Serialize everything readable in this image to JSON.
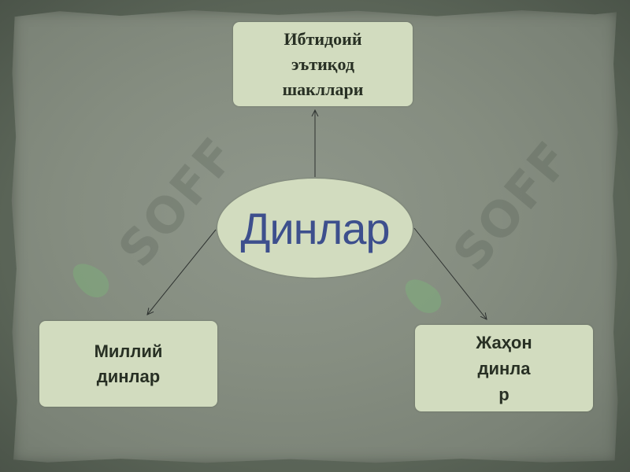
{
  "diagram": {
    "center": {
      "label": "Динлар",
      "text_color": "#3d4f8d"
    },
    "nodes": [
      {
        "id": "top",
        "label": "Ибтидоий\nэътиқод\nшакллари"
      },
      {
        "id": "left",
        "label": "Миллий\nдинлар"
      },
      {
        "id": "right",
        "label": "Жаҳон\nдинла\nр"
      }
    ],
    "edges": [
      {
        "from": "center",
        "to": "top"
      },
      {
        "from": "center",
        "to": "left"
      },
      {
        "from": "center",
        "to": "right"
      }
    ],
    "colors": {
      "box_fill": "#d2dcbf",
      "paper": "#858d80",
      "box_text": "#283024",
      "arrow": "#2e3230"
    }
  },
  "watermark": {
    "text": "SOFF",
    "icon": "leaf-drop-icon"
  }
}
